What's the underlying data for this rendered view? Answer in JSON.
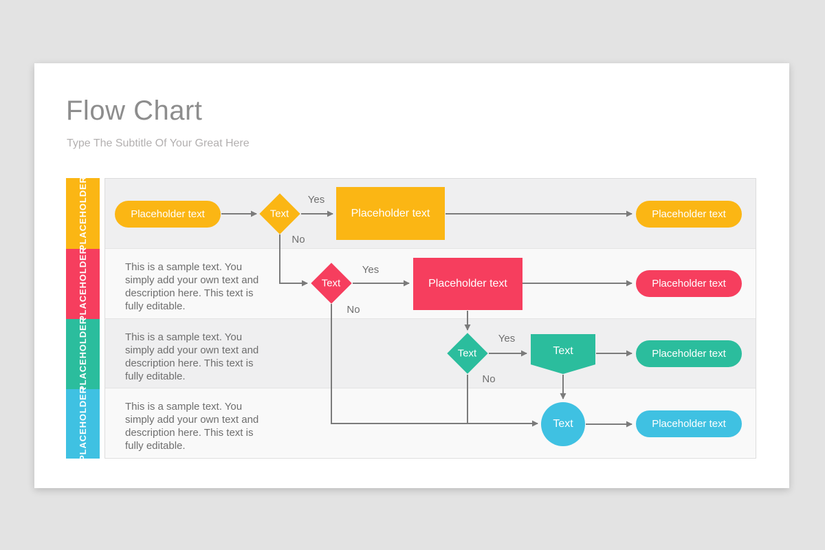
{
  "header": {
    "title": "Flow Chart",
    "subtitle": "Type The Subtitle Of Your Great Here"
  },
  "connector_labels": {
    "yes": "Yes",
    "no": "No"
  },
  "colors": {
    "row1_accent": "#FBB614",
    "row2_accent": "#F63E5E",
    "row3_accent": "#2BBD9D",
    "row4_accent": "#3FC1E2",
    "connector": "#7B7B7B",
    "title_text": "#8D8D8D",
    "subtitle_text": "#B3B0B0"
  },
  "rows": [
    {
      "side_label": "PLACEHOLDER",
      "start_pill": "Placeholder text",
      "decision": "Text",
      "process": "Placeholder text",
      "end_pill": "Placeholder text"
    },
    {
      "side_label": "PLACEHOLDER",
      "description": "This is a sample text. You\nsimply add your own text and\ndescription here. This text is\nfully editable.",
      "decision": "Text",
      "process": "Placeholder text",
      "end_pill": "Placeholder text"
    },
    {
      "side_label": "PLACEHOLDER",
      "description": "This is a sample text. You\nsimply add your own text and\ndescription here. This text is\nfully editable.",
      "decision": "Text",
      "process": "Text",
      "end_pill": "Placeholder text"
    },
    {
      "side_label": "PLACEHOLDER",
      "description": "This is a sample text. You\nsimply add your own text and\ndescription here. This text is\nfully editable.",
      "terminal": "Text",
      "end_pill": "Placeholder text"
    }
  ]
}
